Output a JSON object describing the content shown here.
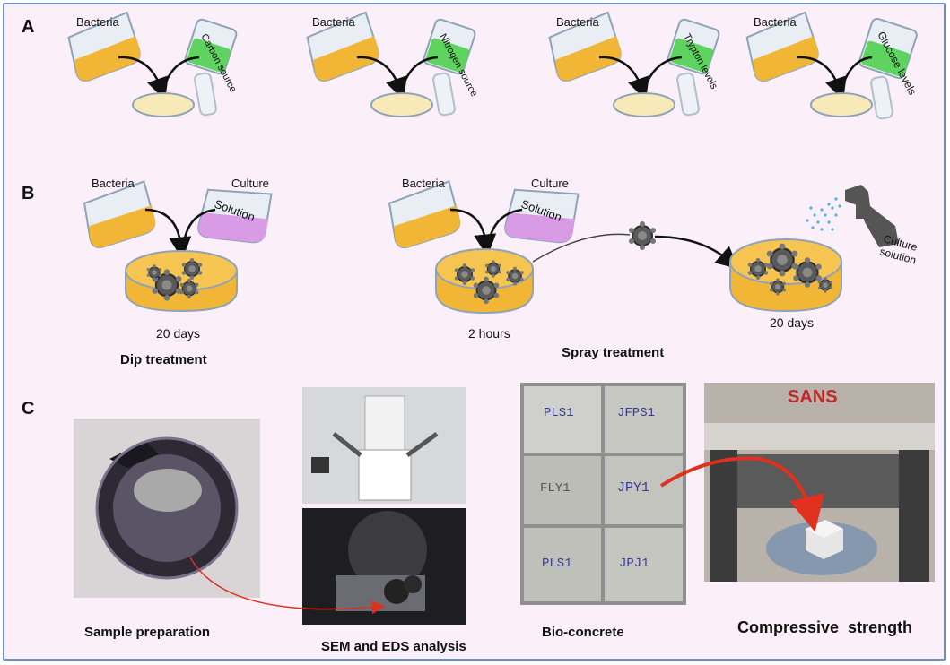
{
  "panels": {
    "a": {
      "letter": "A",
      "flask_label": "Bacteria",
      "sources": [
        "Carbon source",
        "Nitrogen source",
        "Trypton levels",
        "Glucose levels"
      ]
    },
    "b": {
      "letter": "B",
      "bacteria_label": "Bacteria",
      "culture_label": "Culture",
      "solution_label": "Solution",
      "dip_days": "20 days",
      "dip_title": "Dip treatment",
      "spray_hours": "2 hours",
      "spray_days": "20 days",
      "spray_title": "Spray treatment",
      "sprayer_label_1": "Culture",
      "sprayer_label_2": "solution"
    },
    "c": {
      "letter": "C",
      "sample_title": "Sample preparation",
      "sem_title": "SEM and EDS analysis",
      "bio_title": "Bio-concrete",
      "compress_title": "Compressive  strength",
      "machine_brand": "SANS",
      "cube_labels": [
        "PLS1",
        "JFPS1",
        "FLY1",
        "JPY1",
        "PLS1",
        "JPJ1"
      ]
    }
  },
  "colors": {
    "frame_border": "#6d8fc7",
    "background": "#fbf0fa",
    "bacteria_liquid": "#f2b636",
    "carbon_green": "#5fd35f",
    "culture_purple": "#d99ae6",
    "petri_fill": "#f7e9b8",
    "arrow_red": "#e0301e"
  }
}
